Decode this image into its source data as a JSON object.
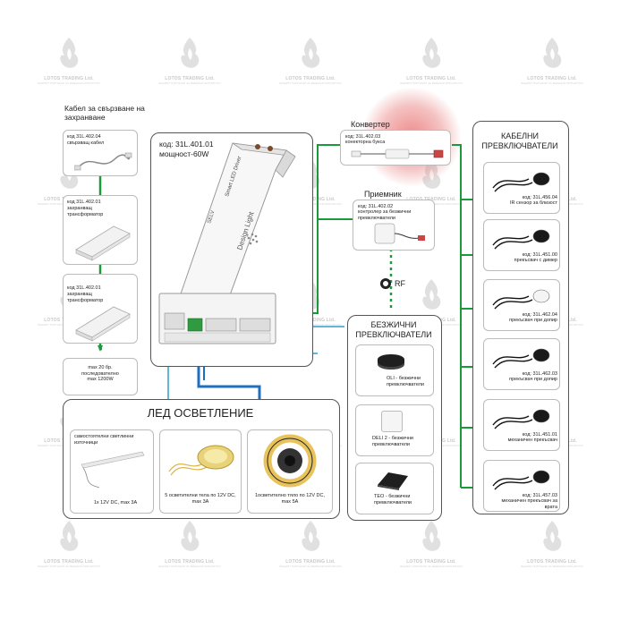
{
  "watermark": {
    "brand": "LOTOS TRADING Ltd.",
    "tagline": "ВАШИЯТ ПАРТНЬОР ЗА МЕБЕЛНИ ФУРНИТУРИ"
  },
  "left_column": {
    "heading": "Кабел за свързване на захранване",
    "item1": {
      "code": "код 31L.402.04",
      "name": "свързващ кабел"
    },
    "item2": {
      "code": "код 31L.402.01",
      "name": "захранващ трансформатор"
    },
    "item3": {
      "code": "код 31L.402.01",
      "name": "захранващ трансформатор"
    },
    "note": [
      "max 20 бр.",
      "последователно",
      "max 1200W"
    ]
  },
  "driver": {
    "code": "код: 31L.401.01",
    "power": "мощност-60W",
    "label_product": "Smart LED Driver",
    "label_brand": "Design Light",
    "label_model": "SELV"
  },
  "converter": {
    "title": "Конвертер",
    "code": "код: 31L.402.03",
    "name": "конекторна букса"
  },
  "receiver": {
    "title": "Приемник",
    "code": "код: 31L.402.02",
    "name": "контролер за безжични превключватели"
  },
  "rf_label": "RF",
  "wireless": {
    "heading": "БЕЗЖИЧНИ ПРЕВКЛЮЧВАТЕЛИ",
    "items": [
      {
        "name": "OLI - безжични превключватели"
      },
      {
        "name": "DELI 2 - безжични превключватели"
      },
      {
        "name": "TEO - безжични превключватели"
      }
    ]
  },
  "cable_switches": {
    "heading": "КАБЕЛНИ ПРЕВКЛЮЧВАТЕЛИ",
    "items": [
      {
        "code": "код: 31L.456.04",
        "name": "IR сензор за близост"
      },
      {
        "code": "код: 31L.451.00",
        "name": "прекъсвач с димер"
      },
      {
        "code": "код: 31L.462.04",
        "name": "прекъсвач при допир"
      },
      {
        "code": "код: 31L.462.03",
        "name": "прекъсвач при допир"
      },
      {
        "code": "код: 31L.451.01",
        "name": "механичен прекъсвач"
      },
      {
        "code": "код: 31L.457.03",
        "name": "механичен прекъсвач за врата"
      }
    ]
  },
  "led": {
    "heading": "ЛЕД ОСВЕТЛЕНИЕ",
    "items": [
      {
        "title": "самостоятелни светлинни източници",
        "spec": "1x 12V DC, max 3A"
      },
      {
        "title": "",
        "spec": "5 осветителни тела по 12V DC, max 3A"
      },
      {
        "title": "",
        "spec": "1осветително тяло по 12V DC, max 5A"
      }
    ]
  },
  "colors": {
    "green": "#1a9a3a",
    "blue": "#1f6fbf",
    "lightblue": "#5fb8d8",
    "converter_glow": "#e87878"
  }
}
